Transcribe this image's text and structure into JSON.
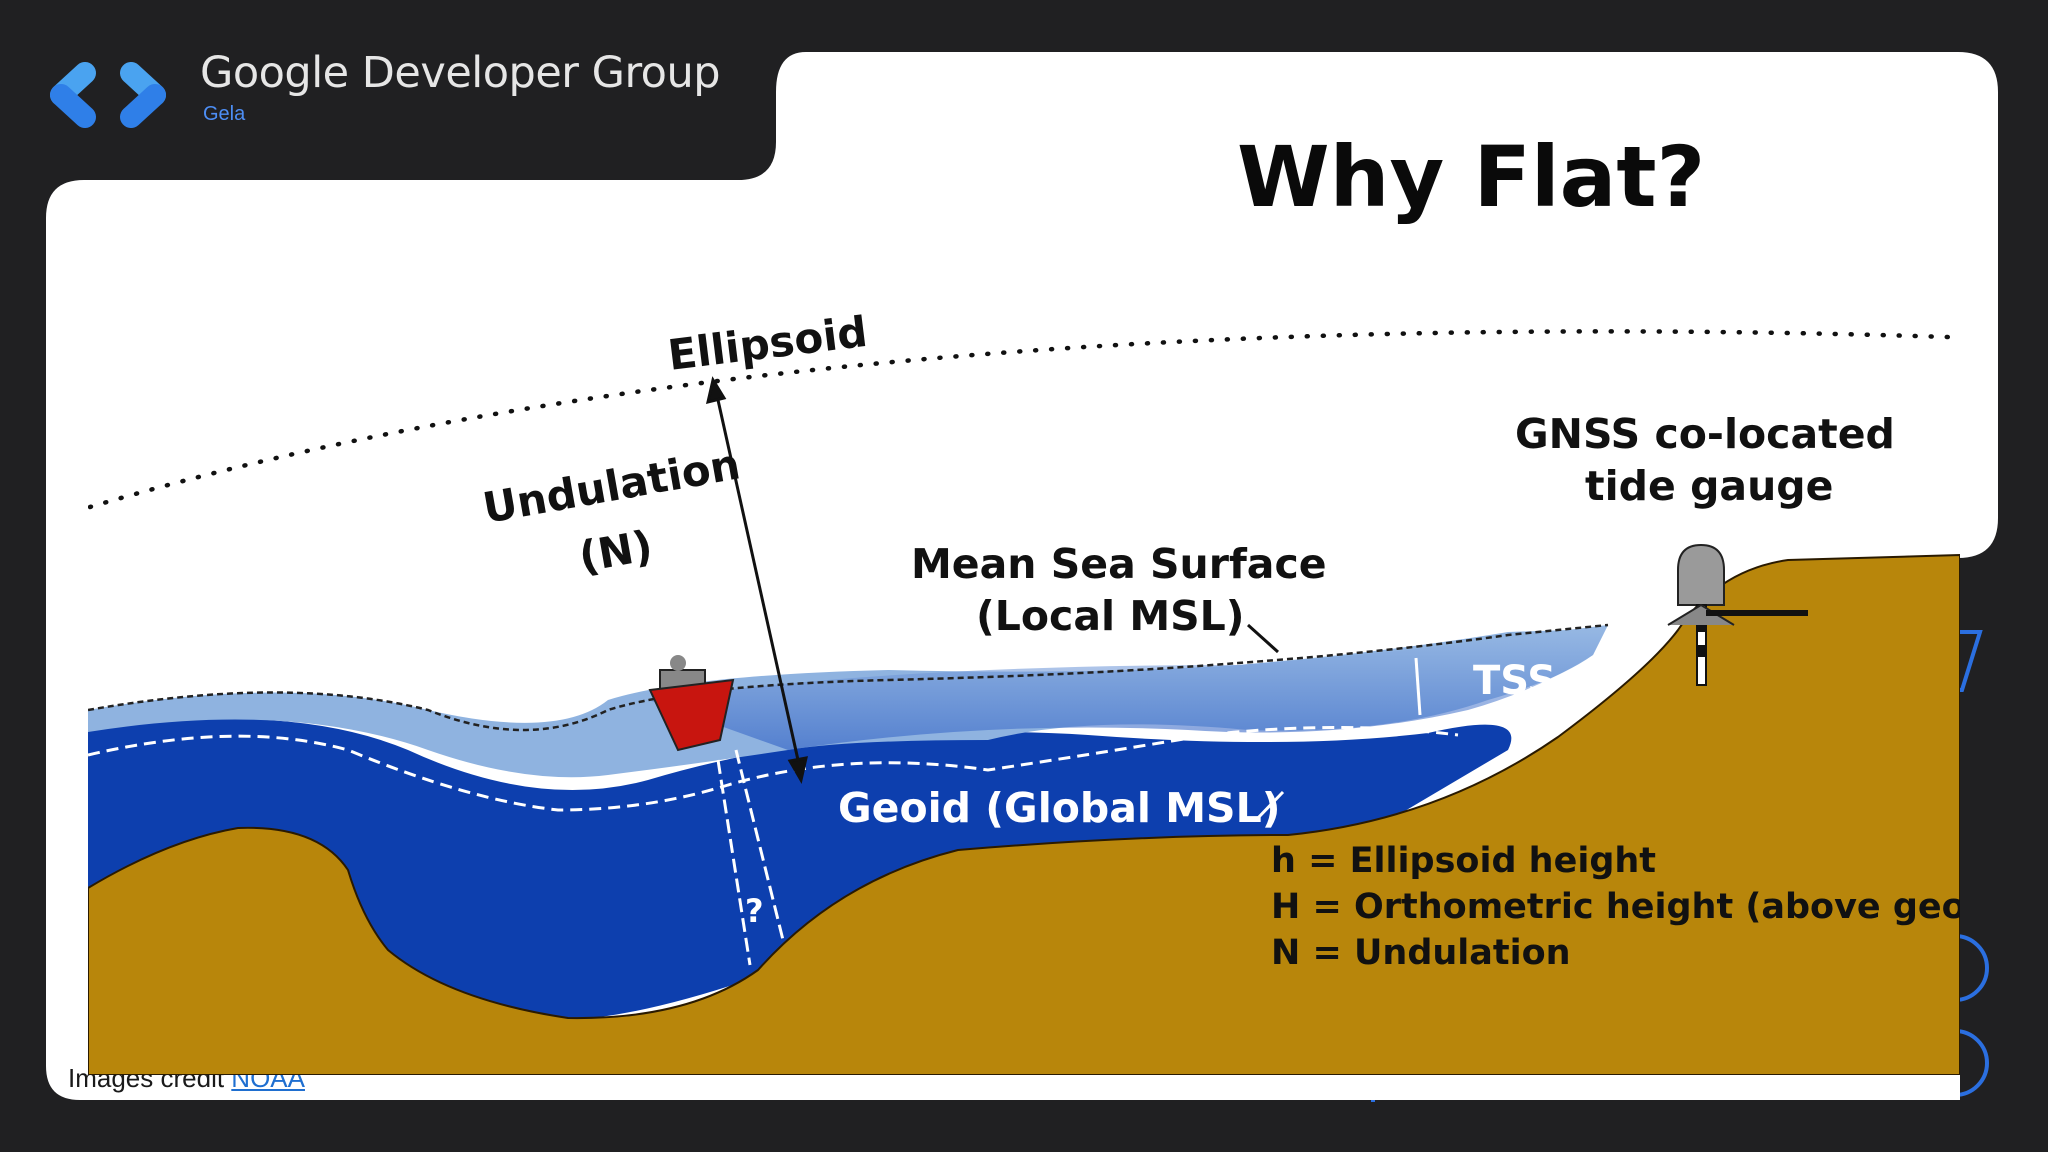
{
  "brand": {
    "name": "Google Developer Group",
    "chapter": "Gela",
    "colors": {
      "blue_light": "#4aa3f0",
      "blue": "#2f7fe8",
      "text": "#e6e6e6"
    }
  },
  "slide": {
    "title": "Why Flat?",
    "credit_prefix": "Images credit ",
    "credit_link": "NOAA"
  },
  "diagram": {
    "labels": {
      "ellipsoid": "Ellipsoid",
      "undulation_1": "Undulation",
      "undulation_2": "(N)",
      "mss_1": "Mean Sea Surface",
      "mss_2": "(Local MSL)",
      "tss": "TSS",
      "geoid": "Geoid (Global MSL)",
      "gnss_1": "GNSS co-located",
      "gnss_2": "tide gauge",
      "question": "?",
      "legend_h": "h = Ellipsoid height",
      "legend_H": "H = Orthometric height (above geoid)",
      "legend_N": "N = Undulation"
    },
    "colors": {
      "land": "#b8860b",
      "deep_water": "#0d3fae",
      "shallow_water": "#8fb3e0",
      "boat": "#c8150f"
    }
  }
}
